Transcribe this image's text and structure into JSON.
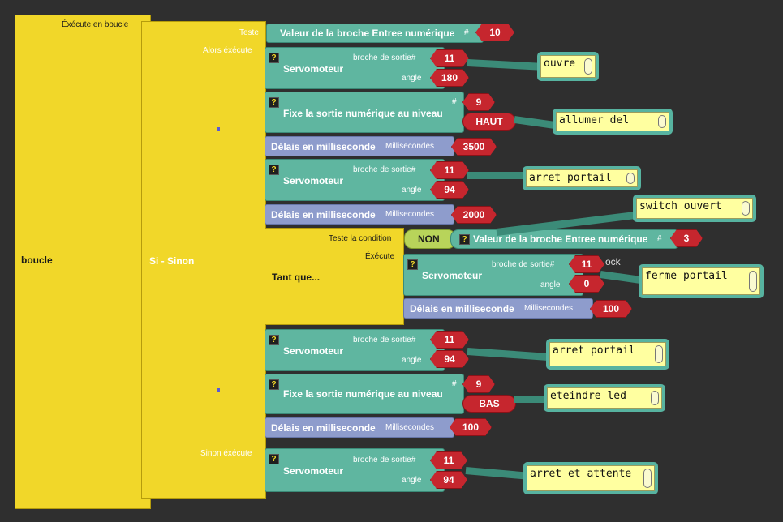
{
  "loop": {
    "label": "boucle",
    "exec_label": "Éxécute en boucle"
  },
  "ifelse": {
    "label": "Si - Sinon",
    "test_label": "Teste",
    "then_label": "Alors éxécute",
    "else_label": "Sinon éxécute"
  },
  "test_block": {
    "label": "Valeur de la broche Entree numérique",
    "hash": "#",
    "value": "10"
  },
  "help_glyph": "?",
  "servo1": {
    "label": "Servomoteur",
    "pin_label": "broche de sortie#",
    "angle_label": "angle",
    "pin": "11",
    "angle": "180",
    "comment": "ouvre"
  },
  "digital1": {
    "label": "Fixe la sortie numérique au niveau",
    "hash": "#",
    "pin": "9",
    "level": "HAUT",
    "comment": "allumer del"
  },
  "delay1": {
    "label": "Délais en milliseconde",
    "ms_label": "Millisecondes",
    "value": "3500"
  },
  "servo2": {
    "label": "Servomoteur",
    "pin_label": "broche de sortie#",
    "angle_label": "angle",
    "pin": "11",
    "angle": "94",
    "comment": "arret portail"
  },
  "delay2": {
    "label": "Délais en milliseconde",
    "ms_label": "Millisecondes",
    "value": "2000"
  },
  "while_block": {
    "label": "Tant que...",
    "cond_label": "Teste la condition",
    "exec_label": "Éxécute",
    "not_label": "NON",
    "read_label": "Valeur de la broche Entree numérique",
    "hash": "#",
    "read_pin": "3",
    "comment": "switch ouvert",
    "ghost_text": "ock"
  },
  "servo3": {
    "label": "Servomoteur",
    "pin_label": "broche de sortie#",
    "angle_label": "angle",
    "pin": "11",
    "angle": "0",
    "comment": "ferme portail"
  },
  "delay3": {
    "label": "Délais en milliseconde",
    "ms_label": "Millisecondes",
    "value": "100"
  },
  "servo4": {
    "label": "Servomoteur",
    "pin_label": "broche de sortie#",
    "angle_label": "angle",
    "pin": "11",
    "angle": "94",
    "comment": "arret portail"
  },
  "digital2": {
    "label": "Fixe la sortie numérique au niveau",
    "hash": "#",
    "pin": "9",
    "level": "BAS",
    "comment": "eteindre led"
  },
  "delay4": {
    "label": "Délais en milliseconde",
    "ms_label": "Millisecondes",
    "value": "100"
  },
  "servo5": {
    "label": "Servomoteur",
    "pin_label": "broche de sortie#",
    "angle_label": "angle",
    "pin": "11",
    "angle": "94",
    "comment": "arret et attente"
  },
  "colors": {
    "control": "#f1d729",
    "action": "#5fb6a0",
    "delay": "#8e9ccc",
    "value": "#c6262e",
    "logic": "#b8d45a",
    "comment_bg": "#ffffa0",
    "workspace": "#2f2f2f"
  }
}
